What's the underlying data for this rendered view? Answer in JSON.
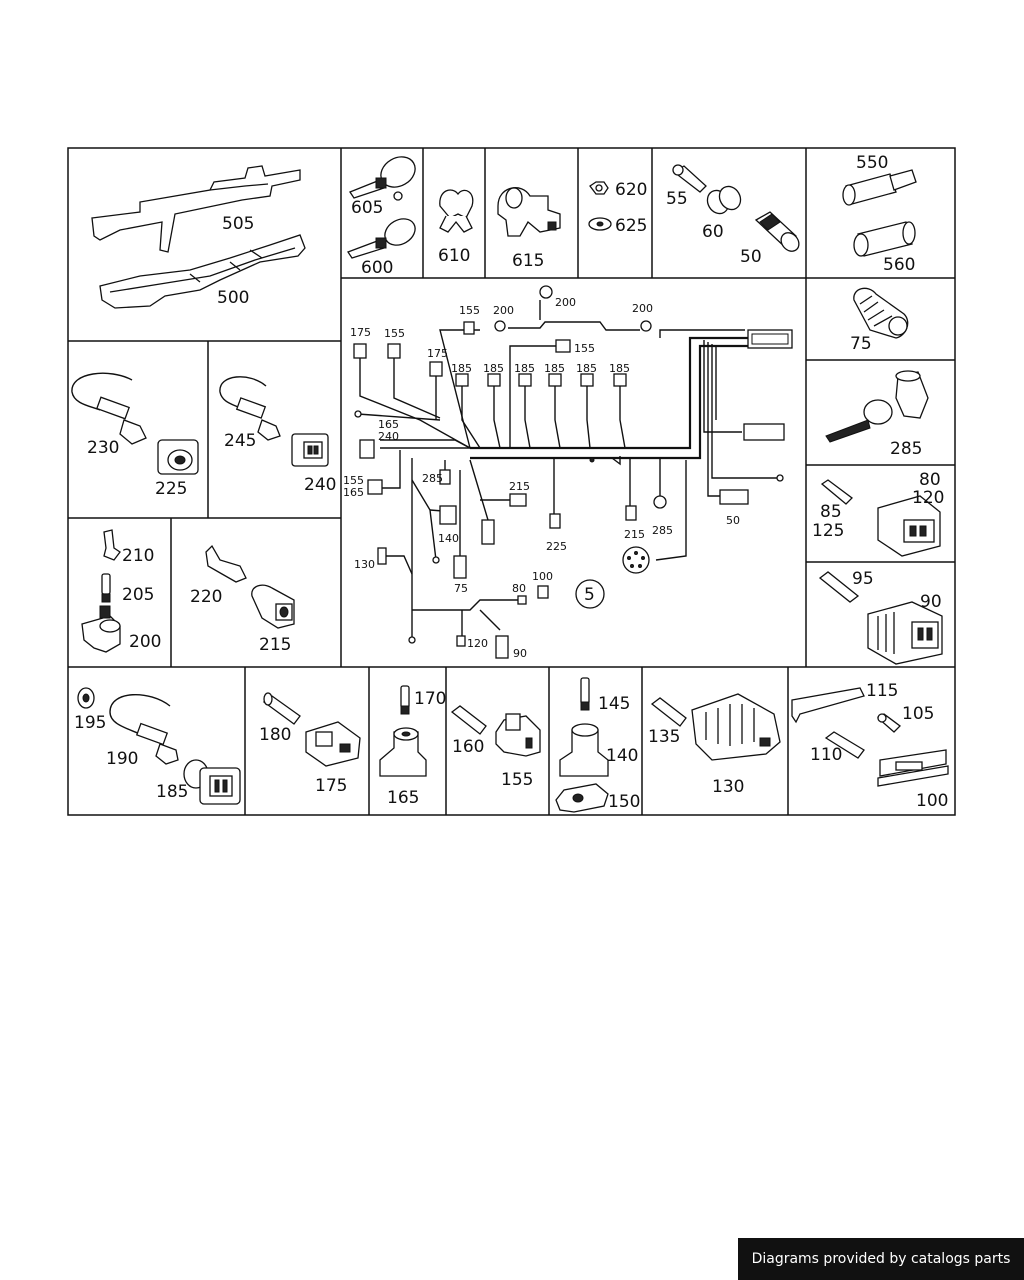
{
  "footer": "Diagrams provided by catalogs parts",
  "cells": {
    "brackets": [
      "505",
      "500"
    ],
    "ties": [
      "605",
      "600"
    ],
    "clip": "610",
    "holder": "615",
    "nuts": [
      "620",
      "625"
    ],
    "plug_set": [
      "55",
      "60",
      "50"
    ],
    "sleeve": [
      "550",
      "560"
    ],
    "harness_sensor_a": [
      "230",
      "225"
    ],
    "harness_sensor_b": [
      "245",
      "240"
    ],
    "pins_a": [
      "210",
      "205",
      "200"
    ],
    "pins_b": [
      "220",
      "215"
    ],
    "cap": "75",
    "sensor": "285",
    "conn_80": [
      "80",
      "120",
      "85",
      "125"
    ],
    "conn_90": [
      "95",
      "90"
    ],
    "bottom": [
      "195",
      "190",
      "185",
      "180",
      "175",
      "170",
      "165",
      "160",
      "155",
      "145",
      "140",
      "150",
      "135",
      "130",
      "115",
      "105",
      "110",
      "100"
    ]
  },
  "harness": {
    "labels": [
      "155",
      "200",
      "200",
      "200",
      "175",
      "155",
      "175",
      "155",
      "185",
      "185",
      "185",
      "185",
      "185",
      "185",
      "165",
      "240",
      "155",
      "165",
      "285",
      "215",
      "140",
      "130",
      "75",
      "225",
      "215",
      "285",
      "50",
      "80",
      "100",
      "120",
      "90"
    ],
    "callout": "5"
  }
}
